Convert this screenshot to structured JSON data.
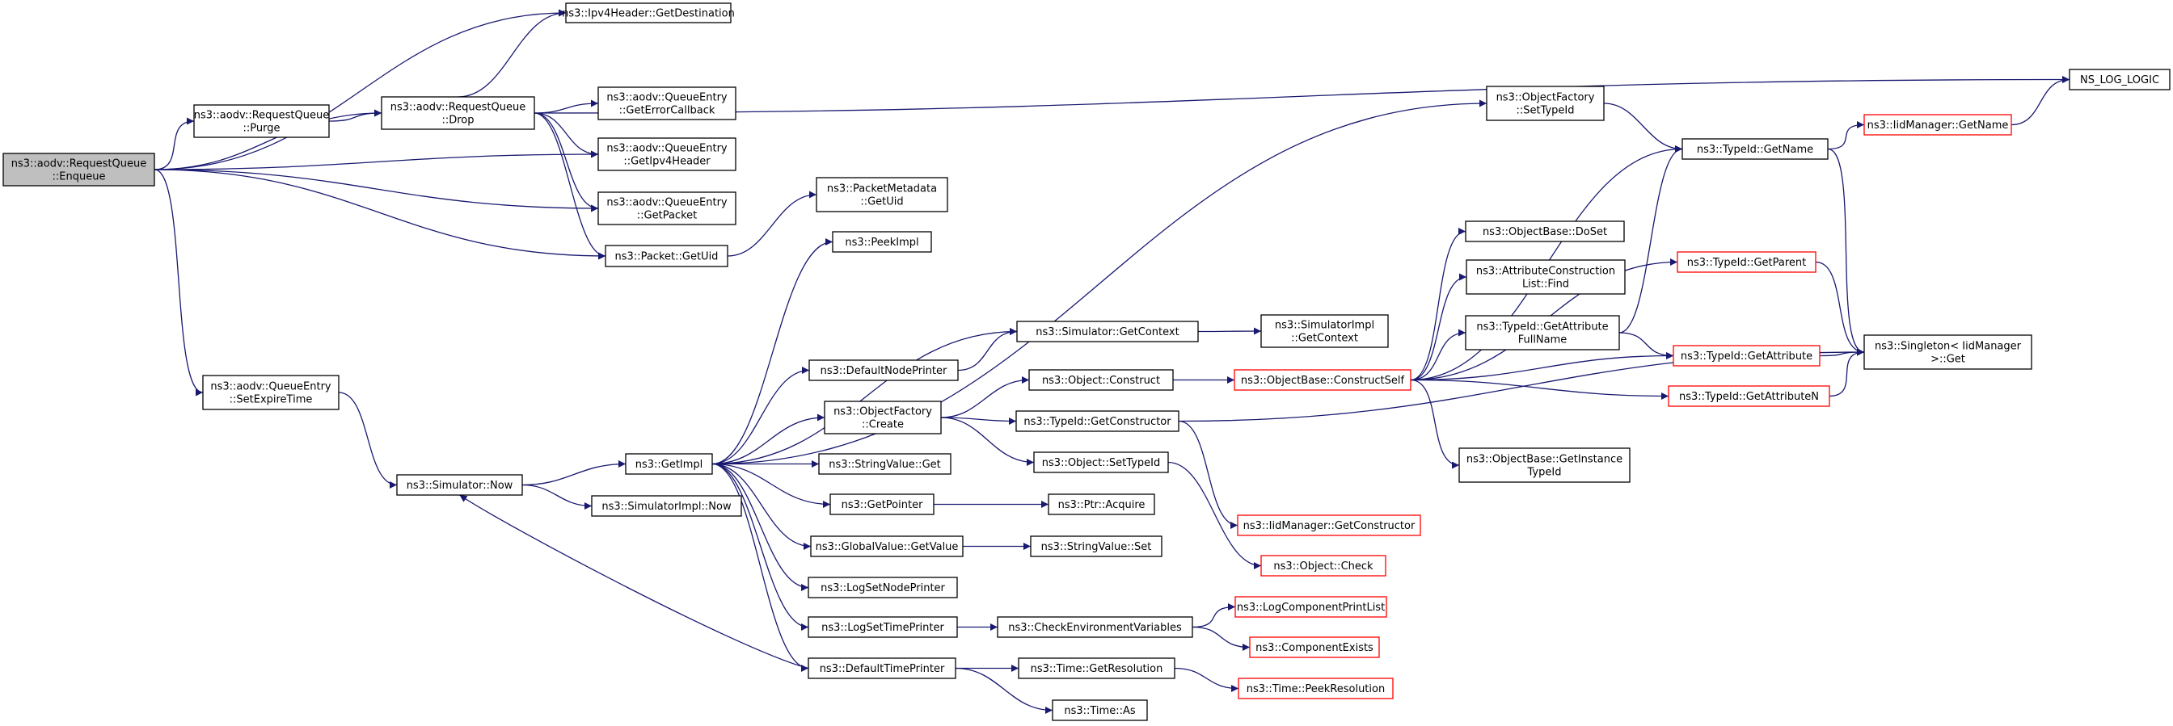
{
  "colors": {
    "edge": "#191970",
    "node_border": "#000000",
    "truncated_border": "#ff0000",
    "root_fill": "#bfbfbf",
    "node_fill": "#ffffff"
  },
  "nodes": [
    {
      "id": "enqueue",
      "lines": [
        "ns3::aodv::RequestQueue",
        "::Enqueue"
      ],
      "style": "root"
    },
    {
      "id": "purge",
      "lines": [
        "ns3::aodv::RequestQueue",
        "::Purge"
      ],
      "style": "normal"
    },
    {
      "id": "drop",
      "lines": [
        "ns3::aodv::RequestQueue",
        "::Drop"
      ],
      "style": "normal"
    },
    {
      "id": "ipv4dest",
      "lines": [
        "ns3::Ipv4Header::GetDestination"
      ],
      "style": "normal"
    },
    {
      "id": "geterrcb",
      "lines": [
        "ns3::aodv::QueueEntry",
        "::GetErrorCallback"
      ],
      "style": "normal"
    },
    {
      "id": "getipv4hdr",
      "lines": [
        "ns3::aodv::QueueEntry",
        "::GetIpv4Header"
      ],
      "style": "normal"
    },
    {
      "id": "getpacket",
      "lines": [
        "ns3::aodv::QueueEntry",
        "::GetPacket"
      ],
      "style": "normal"
    },
    {
      "id": "pktgetuid",
      "lines": [
        "ns3::Packet::GetUid"
      ],
      "style": "normal"
    },
    {
      "id": "setexpire",
      "lines": [
        "ns3::aodv::QueueEntry",
        "::SetExpireTime"
      ],
      "style": "normal"
    },
    {
      "id": "nslog",
      "lines": [
        "NS_LOG_LOGIC"
      ],
      "style": "normal"
    },
    {
      "id": "pmgetuid",
      "lines": [
        "ns3::PacketMetadata",
        "::GetUid"
      ],
      "style": "normal"
    },
    {
      "id": "peekimpl",
      "lines": [
        "ns3::PeekImpl"
      ],
      "style": "normal"
    },
    {
      "id": "simnow",
      "lines": [
        "ns3::Simulator::Now"
      ],
      "style": "normal"
    },
    {
      "id": "getimpl",
      "lines": [
        "ns3::GetImpl"
      ],
      "style": "normal"
    },
    {
      "id": "simimplnow",
      "lines": [
        "ns3::SimulatorImpl::Now"
      ],
      "style": "normal"
    },
    {
      "id": "simgetctx",
      "lines": [
        "ns3::Simulator::GetContext"
      ],
      "style": "normal"
    },
    {
      "id": "simimplgetctx",
      "lines": [
        "ns3::SimulatorImpl",
        "::GetContext"
      ],
      "style": "normal"
    },
    {
      "id": "defnodeprinter",
      "lines": [
        "ns3::DefaultNodePrinter"
      ],
      "style": "normal"
    },
    {
      "id": "ofcreate",
      "lines": [
        "ns3::ObjectFactory",
        "::Create"
      ],
      "style": "normal"
    },
    {
      "id": "objconstruct",
      "lines": [
        "ns3::Object::Construct"
      ],
      "style": "normal"
    },
    {
      "id": "typeidgetctor",
      "lines": [
        "ns3::TypeId::GetConstructor"
      ],
      "style": "normal"
    },
    {
      "id": "objsettypeid",
      "lines": [
        "ns3::Object::SetTypeId"
      ],
      "style": "normal"
    },
    {
      "id": "strvalget",
      "lines": [
        "ns3::StringValue::Get"
      ],
      "style": "normal"
    },
    {
      "id": "getpointer",
      "lines": [
        "ns3::GetPointer"
      ],
      "style": "normal"
    },
    {
      "id": "ptracquire",
      "lines": [
        "ns3::Ptr::Acquire"
      ],
      "style": "normal"
    },
    {
      "id": "gvgetvalue",
      "lines": [
        "ns3::GlobalValue::GetValue"
      ],
      "style": "normal"
    },
    {
      "id": "strvalset",
      "lines": [
        "ns3::StringValue::Set"
      ],
      "style": "normal"
    },
    {
      "id": "logsetnode",
      "lines": [
        "ns3::LogSetNodePrinter"
      ],
      "style": "normal"
    },
    {
      "id": "logsettime",
      "lines": [
        "ns3::LogSetTimePrinter"
      ],
      "style": "normal"
    },
    {
      "id": "checkenv",
      "lines": [
        "ns3::CheckEnvironmentVariables"
      ],
      "style": "normal"
    },
    {
      "id": "logcompprint",
      "lines": [
        "ns3::LogComponentPrintList"
      ],
      "style": "truncated"
    },
    {
      "id": "compexists",
      "lines": [
        "ns3::ComponentExists"
      ],
      "style": "truncated"
    },
    {
      "id": "deftimeprinter",
      "lines": [
        "ns3::DefaultTimePrinter"
      ],
      "style": "normal"
    },
    {
      "id": "timegetres",
      "lines": [
        "ns3::Time::GetResolution"
      ],
      "style": "normal"
    },
    {
      "id": "timepeekres",
      "lines": [
        "ns3::Time::PeekResolution"
      ],
      "style": "truncated"
    },
    {
      "id": "timeas",
      "lines": [
        "ns3::Time::As"
      ],
      "style": "normal"
    },
    {
      "id": "ofsettypeid",
      "lines": [
        "ns3::ObjectFactory",
        "::SetTypeId"
      ],
      "style": "normal"
    },
    {
      "id": "obconstructself",
      "lines": [
        "ns3::ObjectBase::ConstructSelf"
      ],
      "style": "truncated"
    },
    {
      "id": "iidgetctor",
      "lines": [
        "ns3::IidManager::GetConstructor"
      ],
      "style": "truncated"
    },
    {
      "id": "objcheck",
      "lines": [
        "ns3::Object::Check"
      ],
      "style": "truncated"
    },
    {
      "id": "obdoset",
      "lines": [
        "ns3::ObjectBase::DoSet"
      ],
      "style": "normal"
    },
    {
      "id": "attrlistfind",
      "lines": [
        "ns3::AttributeConstruction",
        "List::Find"
      ],
      "style": "normal"
    },
    {
      "id": "typeidgetattrfull",
      "lines": [
        "ns3::TypeId::GetAttribute",
        "FullName"
      ],
      "style": "normal"
    },
    {
      "id": "obgetinsttypeid",
      "lines": [
        "ns3::ObjectBase::GetInstance",
        "TypeId"
      ],
      "style": "normal"
    },
    {
      "id": "typeidgetname",
      "lines": [
        "ns3::TypeId::GetName"
      ],
      "style": "normal"
    },
    {
      "id": "typeidgetparent",
      "lines": [
        "ns3::TypeId::GetParent"
      ],
      "style": "truncated"
    },
    {
      "id": "typeidgetattr",
      "lines": [
        "ns3::TypeId::GetAttribute"
      ],
      "style": "truncated"
    },
    {
      "id": "typeidgetattrn",
      "lines": [
        "ns3::TypeId::GetAttributeN"
      ],
      "style": "truncated"
    },
    {
      "id": "iidgetname",
      "lines": [
        "ns3::IidManager::GetName"
      ],
      "style": "truncated"
    },
    {
      "id": "singletonget",
      "lines": [
        "ns3::Singleton< IidManager",
        " >::Get"
      ],
      "style": "normal"
    }
  ],
  "edges": [
    [
      "enqueue",
      "ipv4dest"
    ],
    [
      "enqueue",
      "drop"
    ],
    [
      "enqueue",
      "purge"
    ],
    [
      "enqueue",
      "getipv4hdr"
    ],
    [
      "enqueue",
      "getpacket"
    ],
    [
      "enqueue",
      "pktgetuid"
    ],
    [
      "enqueue",
      "setexpire"
    ],
    [
      "purge",
      "drop"
    ],
    [
      "drop",
      "ipv4dest"
    ],
    [
      "drop",
      "nslog"
    ],
    [
      "drop",
      "geterrcb"
    ],
    [
      "drop",
      "getipv4hdr"
    ],
    [
      "drop",
      "getpacket"
    ],
    [
      "drop",
      "pktgetuid"
    ],
    [
      "pktgetuid",
      "pmgetuid"
    ],
    [
      "setexpire",
      "simnow"
    ],
    [
      "simnow",
      "getimpl"
    ],
    [
      "simnow",
      "simimplnow"
    ],
    [
      "getimpl",
      "peekimpl"
    ],
    [
      "getimpl",
      "ofsettypeid"
    ],
    [
      "getimpl",
      "simgetctx"
    ],
    [
      "getimpl",
      "defnodeprinter"
    ],
    [
      "getimpl",
      "ofcreate"
    ],
    [
      "getimpl",
      "strvalget"
    ],
    [
      "getimpl",
      "getpointer"
    ],
    [
      "getimpl",
      "gvgetvalue"
    ],
    [
      "getimpl",
      "logsetnode"
    ],
    [
      "getimpl",
      "logsettime"
    ],
    [
      "getimpl",
      "deftimeprinter"
    ],
    [
      "defnodeprinter",
      "simgetctx"
    ],
    [
      "simgetctx",
      "simimplgetctx"
    ],
    [
      "ofcreate",
      "objconstruct"
    ],
    [
      "ofcreate",
      "typeidgetctor"
    ],
    [
      "ofcreate",
      "objsettypeid"
    ],
    [
      "objconstruct",
      "obconstructself"
    ],
    [
      "typeidgetctor",
      "iidgetctor"
    ],
    [
      "typeidgetctor",
      "singletonget"
    ],
    [
      "objsettypeid",
      "objcheck"
    ],
    [
      "getpointer",
      "ptracquire"
    ],
    [
      "gvgetvalue",
      "strvalset"
    ],
    [
      "logsettime",
      "checkenv"
    ],
    [
      "checkenv",
      "logcompprint"
    ],
    [
      "checkenv",
      "compexists"
    ],
    [
      "deftimeprinter",
      "simnow"
    ],
    [
      "deftimeprinter",
      "timegetres"
    ],
    [
      "deftimeprinter",
      "timeas"
    ],
    [
      "timegetres",
      "timepeekres"
    ],
    [
      "ofsettypeid",
      "typeidgetname"
    ],
    [
      "obconstructself",
      "obdoset"
    ],
    [
      "obconstructself",
      "attrlistfind"
    ],
    [
      "obconstructself",
      "typeidgetattrfull"
    ],
    [
      "obconstructself",
      "obgetinsttypeid"
    ],
    [
      "obconstructself",
      "typeidgetname"
    ],
    [
      "obconstructself",
      "typeidgetparent"
    ],
    [
      "obconstructself",
      "typeidgetattr"
    ],
    [
      "obconstructself",
      "typeidgetattrn"
    ],
    [
      "typeidgetattrfull",
      "typeidgetname"
    ],
    [
      "typeidgetattrfull",
      "typeidgetattr"
    ],
    [
      "typeidgetname",
      "iidgetname"
    ],
    [
      "typeidgetname",
      "singletonget"
    ],
    [
      "iidgetname",
      "nslog"
    ],
    [
      "typeidgetparent",
      "singletonget"
    ],
    [
      "typeidgetattr",
      "singletonget"
    ],
    [
      "typeidgetattrn",
      "singletonget"
    ]
  ]
}
